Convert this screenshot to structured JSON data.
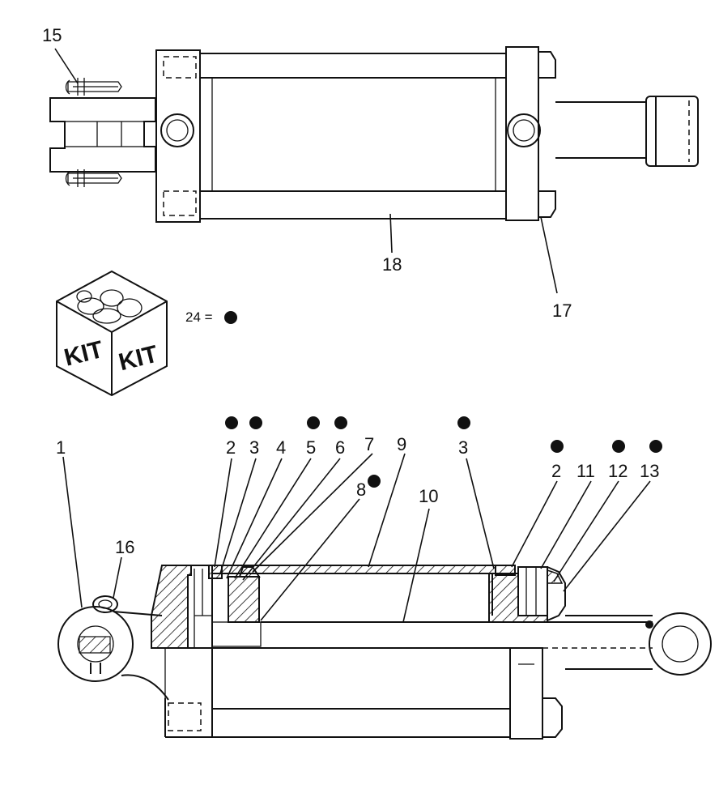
{
  "callouts": {
    "c15": "15",
    "c18": "18",
    "c17": "17",
    "c1": "1",
    "c16": "16",
    "c2a": "2",
    "c3a": "3",
    "c4": "4",
    "c5": "5",
    "c6": "6",
    "c7": "7",
    "c8": "8",
    "c9": "9",
    "c10": "10",
    "c3b": "3",
    "c2b": "2",
    "c11": "11",
    "c12": "12",
    "c13": "13"
  },
  "legend": {
    "text": "24 ="
  },
  "kit": {
    "face_left": "KIT",
    "face_right": "KIT"
  }
}
